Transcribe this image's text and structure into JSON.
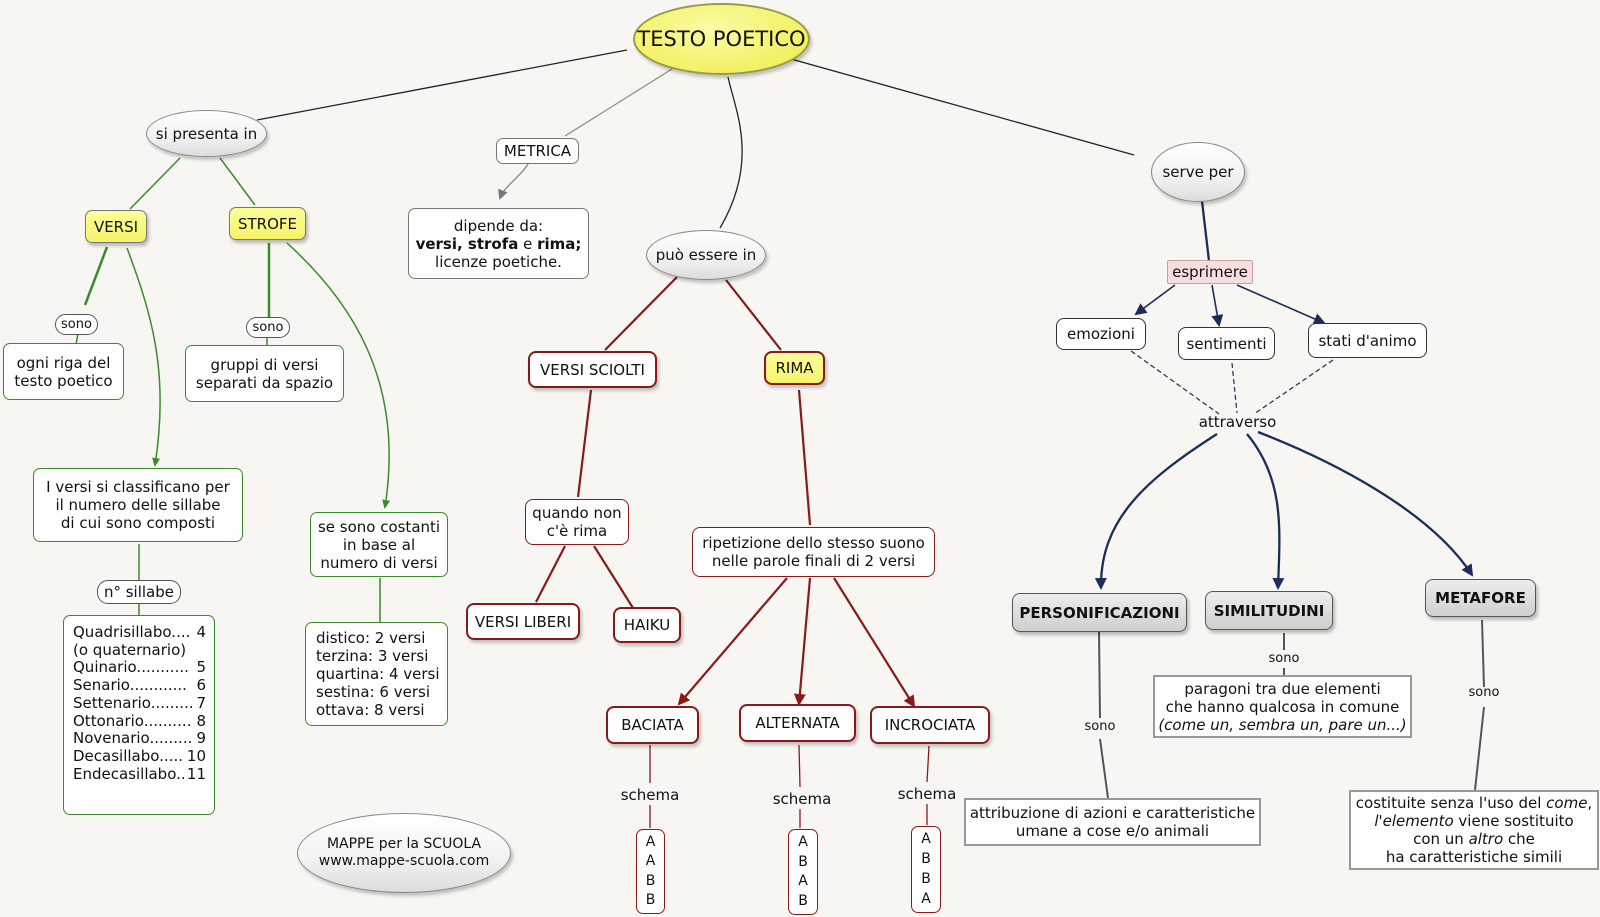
{
  "title": "TESTO POETICO",
  "branches": {
    "presenta": "si presenta in",
    "metrica": "METRICA",
    "puo_essere": "può essere in",
    "serve_per": "serve per"
  },
  "versi": {
    "label": "VERSI",
    "sono": "sono",
    "definition": "ogni riga del\ntesto poetico",
    "classification": "I versi si classificano per\nil numero delle sillabe\ndi cui sono composti",
    "sillabe_label": "n° sillabe",
    "table": [
      {
        "name": "Quadrisillabo....",
        "n": "4"
      },
      {
        "name": "(o quaternario)",
        "n": ""
      },
      {
        "name": "Quinario...........",
        "n": "5"
      },
      {
        "name": "Senario............",
        "n": "6"
      },
      {
        "name": "Settenario.........",
        "n": "7"
      },
      {
        "name": "Ottonario..........",
        "n": "8"
      },
      {
        "name": "Novenario.........",
        "n": "9"
      },
      {
        "name": "Decasillabo.....",
        "n": "10"
      },
      {
        "name": "Endecasillabo..",
        "n": "11"
      }
    ]
  },
  "strofe": {
    "label": "STROFE",
    "sono": "sono",
    "definition": "gruppi di versi\nseparati da spazio",
    "costanti": "se sono costanti\nin base al\nnumero di versi",
    "types": [
      "distico: 2 versi",
      "terzina: 3 versi",
      "quartina: 4 versi",
      "sestina: 6 versi",
      "ottava: 8 versi"
    ]
  },
  "metrica": {
    "dipende_line1": "dipende da:",
    "dipende_b1": "versi, strofa",
    "dipende_e": " e ",
    "dipende_b2": "rima",
    "dipende_semicolon": ";",
    "dipende_line3": "licenze poetiche."
  },
  "rima_section": {
    "versi_sciolti": "VERSI SCIOLTI",
    "quando_non": "quando non\nc'è rima",
    "versi_liberi": "VERSI LIBERI",
    "haiku": "HAIKU",
    "rima": "RIMA",
    "ripetizione": "ripetizione dello stesso suono\nnelle parole finali di 2 versi",
    "types": [
      {
        "name": "BACIATA",
        "schema_label": "schema",
        "letters": [
          "A",
          "A",
          "B",
          "B"
        ]
      },
      {
        "name": "ALTERNATA",
        "schema_label": "schema",
        "letters": [
          "A",
          "B",
          "A",
          "B"
        ]
      },
      {
        "name": "INCROCIATA",
        "schema_label": "schema",
        "letters": [
          "A",
          "B",
          "B",
          "A"
        ]
      }
    ]
  },
  "serve": {
    "esprimere": "esprimere",
    "emozioni": "emozioni",
    "sentimenti": "sentimenti",
    "stati": "stati d'animo",
    "attraverso": "attraverso",
    "personificazioni": "PERSONIFICAZIONI",
    "similitudini": "SIMILITUDINI",
    "metafore": "METAFORE",
    "sono": "sono",
    "pers_def": "attribuzione di azioni e caratteristiche\numane a cose e/o animali",
    "sim_def_1": "paragoni tra due elementi",
    "sim_def_2": "che hanno qualcosa in comune",
    "sim_def_3": "(come un, sembra un, pare un...)",
    "met_def_a": "costituite senza l'uso del ",
    "met_def_come": "come",
    "met_def_b": ",",
    "met_def_elemento": "l'elemento",
    "met_def_c": " viene sostituito",
    "met_def_d": "con un ",
    "met_def_altro": "altro",
    "met_def_e": " che",
    "met_def_f": "ha caratteristiche simili"
  },
  "footer": {
    "line1": "MAPPE per la SCUOLA",
    "line2": "www.mappe-scuola.com"
  },
  "colors": {
    "green": "#3d8a2d",
    "darkred": "#8a1a1a",
    "navy": "#1c2d5a",
    "yellow": "#f4f46a"
  }
}
